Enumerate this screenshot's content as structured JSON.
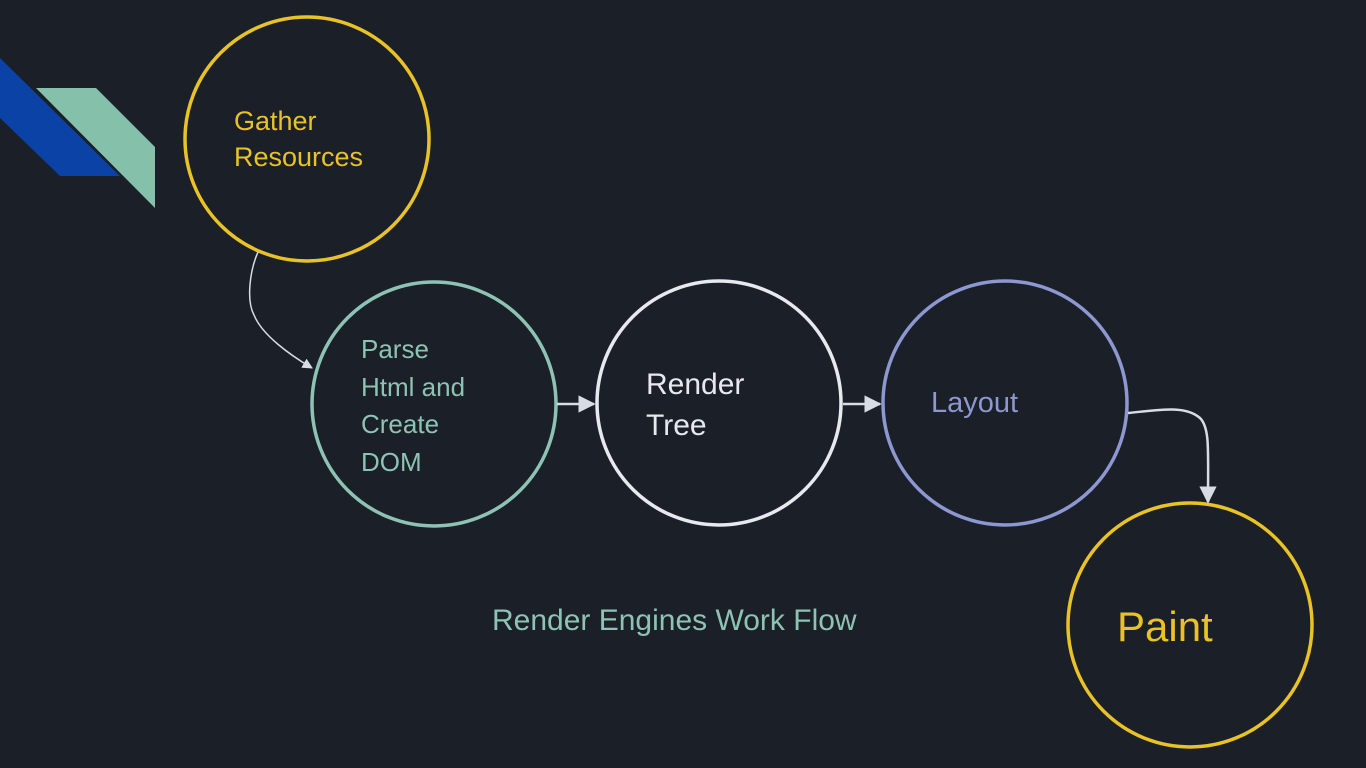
{
  "diagram": {
    "title": "Render Engines Work Flow",
    "colors": {
      "background": "#1a1f28",
      "decor_blue": "#0a42a6",
      "decor_mint": "#85c0aa",
      "yellow": "#e8c227",
      "teal": "#8ec3b3",
      "white": "#e6e9ee",
      "lavender": "#8d97d0",
      "connector": "#d8dde4"
    },
    "nodes": [
      {
        "id": "gather",
        "lines": [
          "Gather",
          "Resources"
        ],
        "color": "#e8c227"
      },
      {
        "id": "parse",
        "lines": [
          "Parse",
          "Html and",
          "Create",
          "DOM"
        ],
        "color": "#8ec3b3"
      },
      {
        "id": "render",
        "lines": [
          "Render",
          "Tree"
        ],
        "color": "#e6e9ee"
      },
      {
        "id": "layout",
        "lines": [
          "Layout"
        ],
        "color": "#8d97d0"
      },
      {
        "id": "paint",
        "lines": [
          "Paint"
        ],
        "color": "#e8c227"
      }
    ],
    "edges": [
      {
        "from": "gather",
        "to": "parse"
      },
      {
        "from": "parse",
        "to": "render"
      },
      {
        "from": "render",
        "to": "layout"
      },
      {
        "from": "layout",
        "to": "paint"
      }
    ]
  }
}
